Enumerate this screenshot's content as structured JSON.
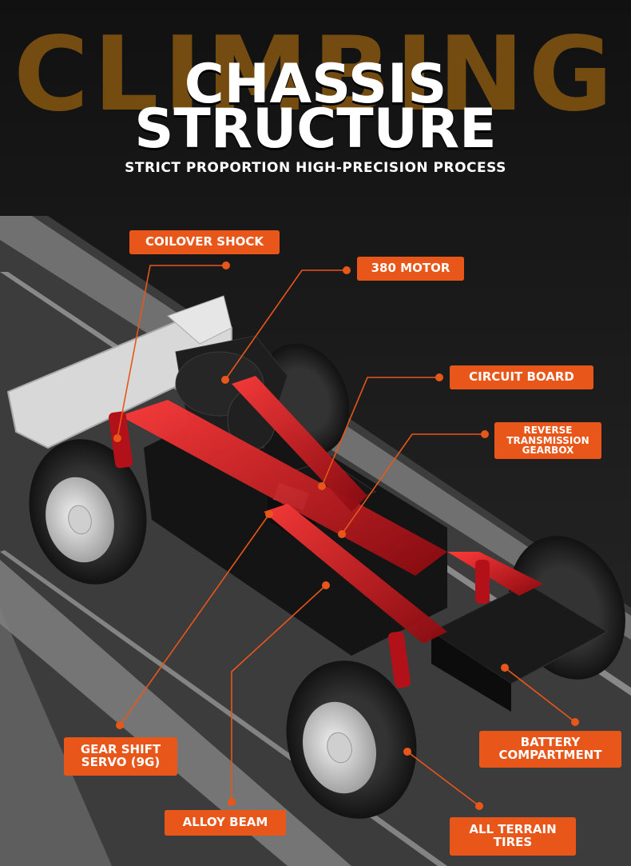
{
  "header": {
    "background_word": "CLIMBING",
    "title_line_1": "CHASSIS",
    "title_line_2": "STRUCTURE",
    "subtitle": "STRICT PROPORTION HIGH-PRECISION PROCESS"
  },
  "labels": {
    "coilover_shock": "COILOVER SHOCK",
    "motor_380": "380 MOTOR",
    "circuit_board": "CIRCUIT BOARD",
    "reverse_transmission_gearbox": "REVERSE\nTRANSMISSION\nGEARBOX",
    "gear_shift_servo": "GEAR SHIFT\nSERVO (9G)",
    "battery_compartment": "BATTERY\nCOMPARTMENT",
    "alloy_beam": "ALLOY BEAM",
    "all_terrain_tires": "ALL TERRAIN\nTIRES"
  },
  "colors": {
    "accent": "#e8561a",
    "background_word": "#7a4f10",
    "frame_red": "#c8121a",
    "road": "#4a4a4a"
  }
}
